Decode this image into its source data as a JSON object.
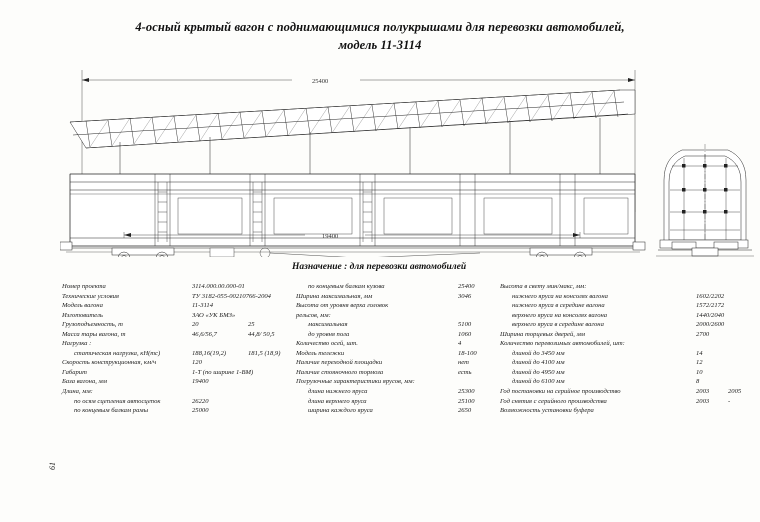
{
  "title": {
    "line1": "4-осный крытый вагон с поднимающимися полукрышами для перевозки автомобилей,",
    "line2": "модель 11-3114"
  },
  "drawing": {
    "overall_length_dim": "25400",
    "base_dim": "19400",
    "view_side": "side-elevation",
    "view_end": "end-elevation"
  },
  "assignment": "Назначение : для перевозки автомобилей",
  "page_number": "61",
  "specs": {
    "left": [
      {
        "label": "Номер проекта",
        "indent": 0,
        "v1": "3114.000.00.000-01",
        "v2": ""
      },
      {
        "label": "Технические условия",
        "indent": 0,
        "v1": "ТУ 3182-055-00210766-2004",
        "v2": ""
      },
      {
        "label": "Модель вагона",
        "indent": 0,
        "v1": "11-3114",
        "v2": ""
      },
      {
        "label": "Изготовитель",
        "indent": 0,
        "v1": "ЗАО «УК БМЗ»",
        "v2": ""
      },
      {
        "label": "Грузоподъемность, т",
        "indent": 0,
        "v1": "20",
        "v2": "25"
      },
      {
        "label": "Масса тары вагона, т",
        "indent": 0,
        "v1": "46,6/56,7",
        "v2": "44,8/ 50,5"
      },
      {
        "label": "Нагрузка :",
        "indent": 0,
        "v1": "",
        "v2": ""
      },
      {
        "label": "статическая нагрузка, кН(тс)",
        "indent": 1,
        "v1": "188,16(19,2)",
        "v2": "181,5 (18,9)"
      },
      {
        "label": "Скорость конструкционная, км/ч",
        "indent": 0,
        "v1": "120",
        "v2": ""
      },
      {
        "label": "Габарит",
        "indent": 0,
        "v1": "1-Т (по ширине 1-ВМ)",
        "v2": ""
      },
      {
        "label": "База вагона, мм",
        "indent": 0,
        "v1": "19400",
        "v2": ""
      },
      {
        "label": "Длина, мм:",
        "indent": 0,
        "v1": "",
        "v2": ""
      },
      {
        "label": "по осям сцепления автосцепок",
        "indent": 1,
        "v1": "26220",
        "v2": ""
      },
      {
        "label": "по концевым балкам рамы",
        "indent": 1,
        "v1": "25000",
        "v2": ""
      }
    ],
    "mid": [
      {
        "label": "по концевым балкам кузова",
        "indent": 1,
        "v1": "25400"
      },
      {
        "label": "Ширина максимальная, мм",
        "indent": 0,
        "v1": "3046"
      },
      {
        "label": "Высота от уровня верха головок",
        "indent": 0,
        "v1": ""
      },
      {
        "label": "рельсов, мм:",
        "indent": 0,
        "v1": ""
      },
      {
        "label": "максимальная",
        "indent": 1,
        "v1": "5100"
      },
      {
        "label": "до уровня пола",
        "indent": 1,
        "v1": "1060"
      },
      {
        "label": "Количество осей, шт.",
        "indent": 0,
        "v1": "4"
      },
      {
        "label": "Модель тележки",
        "indent": 0,
        "v1": "18-100"
      },
      {
        "label": "Наличие переходной площадки",
        "indent": 0,
        "v1": "нет"
      },
      {
        "label": "Наличие стояночного тормоза",
        "indent": 0,
        "v1": "есть"
      },
      {
        "label": "Погрузочные характеристики ярусов, мм:",
        "indent": 0,
        "v1": ""
      },
      {
        "label": "длина нижнего яруса",
        "indent": 1,
        "v1": "25300"
      },
      {
        "label": "длина верхнего яруса",
        "indent": 1,
        "v1": "25100"
      },
      {
        "label": "ширина каждого яруса",
        "indent": 1,
        "v1": "2650"
      }
    ],
    "right": [
      {
        "label": "Высота в свету мин/макс, мм:",
        "indent": 0,
        "v1": "",
        "v2": ""
      },
      {
        "label": "нижнего яруса на консолях вагона",
        "indent": 1,
        "v1": "1602/2202",
        "v2": ""
      },
      {
        "label": "нижнего яруса в середине вагона",
        "indent": 1,
        "v1": "1572/2172",
        "v2": ""
      },
      {
        "label": "верхнего яруса на консолях вагона",
        "indent": 1,
        "v1": "1440/2040",
        "v2": ""
      },
      {
        "label": "верхнего яруса в середине вагона",
        "indent": 1,
        "v1": "2000/2600",
        "v2": ""
      },
      {
        "label": "Ширина торцевых дверей, мм",
        "indent": 0,
        "v1": "2700",
        "v2": ""
      },
      {
        "label": "Количество перевозимых автомобилей, шт:",
        "indent": 0,
        "v1": "",
        "v2": ""
      },
      {
        "label": "длиной до 3450 мм",
        "indent": 1,
        "v1": "14",
        "v2": ""
      },
      {
        "label": "длиной до 4100 мм",
        "indent": 1,
        "v1": "12",
        "v2": ""
      },
      {
        "label": "длиной до 4950 мм",
        "indent": 1,
        "v1": "10",
        "v2": ""
      },
      {
        "label": "длиной до 6100 мм",
        "indent": 1,
        "v1": "8",
        "v2": ""
      },
      {
        "label": "Год постановки на серийное производство",
        "indent": 0,
        "v1": "2003",
        "v2": "2005"
      },
      {
        "label": "Год снятия с серийного производства",
        "indent": 0,
        "v1": "2003",
        "v2": "-"
      },
      {
        "label": "Возможность установки буфера",
        "indent": 0,
        "v1": "",
        "v2": ""
      }
    ]
  }
}
